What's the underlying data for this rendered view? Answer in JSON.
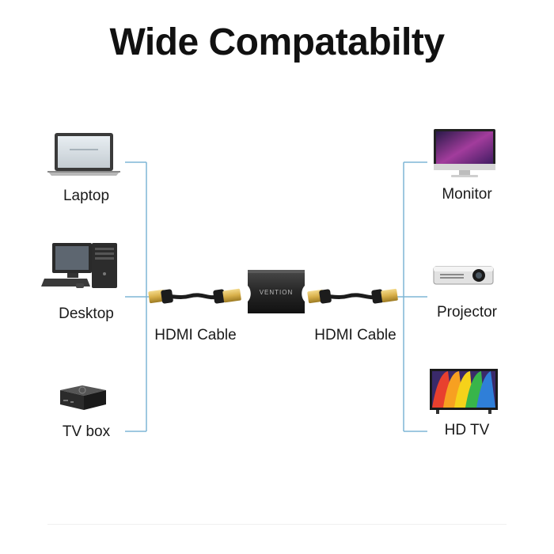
{
  "title": "Wide Compatabilty",
  "sources": [
    {
      "label": "Laptop",
      "icon": "laptop-icon"
    },
    {
      "label": "Desktop",
      "icon": "desktop-computer-icon"
    },
    {
      "label": "TV box",
      "icon": "tv-box-icon"
    }
  ],
  "destinations": [
    {
      "label": "Monitor",
      "icon": "monitor-icon"
    },
    {
      "label": "Projector",
      "icon": "projector-icon"
    },
    {
      "label": "HD TV",
      "icon": "hd-tv-icon"
    }
  ],
  "cables": [
    {
      "label": "HDMI Cable",
      "icon": "hdmi-cable-icon"
    },
    {
      "label": "HDMI Cable",
      "icon": "hdmi-cable-icon"
    }
  ],
  "adapter": {
    "brand": "VENTION",
    "icon": "hdmi-coupler-icon"
  },
  "colors": {
    "connector_line": "#7fb6d6",
    "plug_gold": "#d8b04a",
    "cable_black": "#1c1c1c",
    "adapter_body": "#2a2a2a"
  }
}
